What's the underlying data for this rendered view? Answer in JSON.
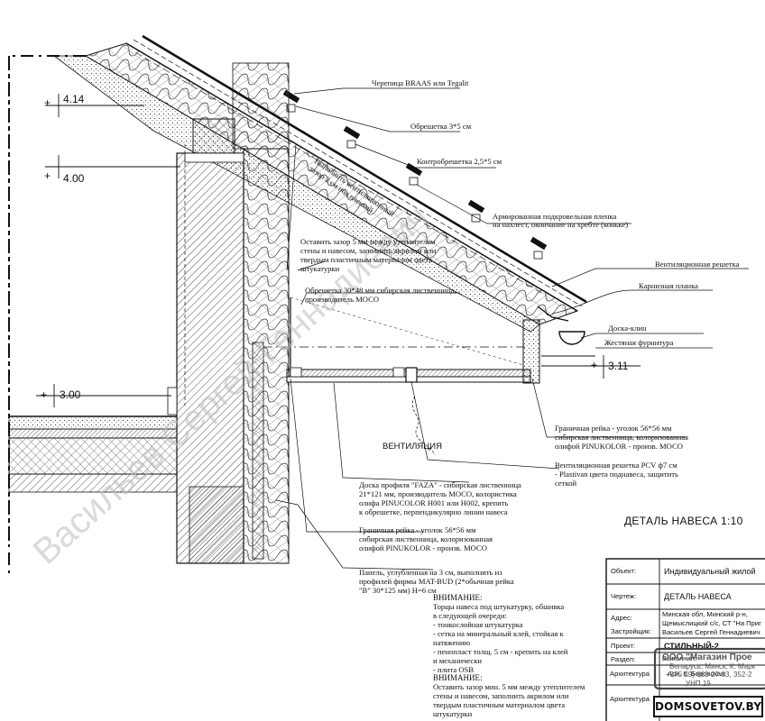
{
  "watermark": "Васильев Сергей Геннадиевич",
  "levels": [
    "4.14",
    "4.00",
    "3.00",
    "3.11"
  ],
  "labels": {
    "tile": "Черепица BRAAS или Tegalit",
    "batten": "Обрешетка 3*5 см",
    "counter_batten": "Контробрешетка 2,5*5 см",
    "membrane": [
      "Армированная подкровельная пленка",
      "на нахлест, окончание на хребте (коньке)"
    ],
    "vent_gap": [
      "Выполнить вентиляционный",
      "зазор 2 см под пленкой"
    ],
    "vent_grille": "Вентиляционная решетка",
    "eaves_strip": "Карнизная планка",
    "board_clin": "Доска-клин",
    "tin_fittings": "Жестяная фурнитура",
    "gap_note": [
      "Оставить зазор 5 мм между утеплителем",
      "стены и навесом, заполнить акрилом или",
      "твердым пластичным материалом цвета",
      "штукатурки"
    ],
    "batten_larch": [
      "Обрешетка 30*48 мм сибирская лиственница,",
      "производитель МОСО"
    ],
    "edge_strip_right": [
      "Граничная рейка - уголок 56*56 мм",
      "сибирская лиственница, колоризованная",
      "олифой PINUKOLOR - произв. МОСО"
    ],
    "ventilation": "ВЕНТИЛЯЦИЯ",
    "pvc_grille": [
      "Вентиляционная решетка PCV ф7 см",
      "- Plastivan цвета поднавеса, защитить",
      "сеткой"
    ],
    "faza_board": [
      "Доска профиля \"FAZA\" - сибирская лиственница",
      "21*121 мм, производитель МОСО, колористика",
      "олифа PINUCOLOR H001 или H002, крепить",
      "к обрешетке, перпендикулярно линии навеса"
    ],
    "edge_strip_left": [
      "Граничная рейка - уголок 56*56 мм",
      "сибирская лиственница, колоризованная",
      "олифой PINUKOLOR - произв. МОСО"
    ],
    "panel": [
      "Панель, углубленная на 3 см, выполнить из",
      "профилей фирмы MAT-BUD (2*обычная рейка",
      "\"B\" 30*125 мм) H=6 см"
    ],
    "attention1_title": "ВНИМАНИЕ:",
    "attention1": [
      "Торцы навеса под штукатурку, обшивка",
      "в следующей очереди:",
      "- тонкослойная штукатурка",
      "- сетка на минеральный клей, стойкая к",
      "натяжению",
      "- пенопласт толщ. 5 см - крепить на клей",
      "и механически",
      "- плита OSB"
    ],
    "attention2_title": "ВНИМАНИЕ:",
    "attention2": [
      "Оставить зазор мин. 5 мм между утеплителем",
      "стены и навесом, заполнить акрилом или",
      "твердым пластичным материалом цвета",
      "штукатурки"
    ]
  },
  "detail_title": "ДЕТАЛЬ НАВЕСА 1:10",
  "title_block": {
    "rows": [
      {
        "key": "Объект:",
        "value": "Индивидуальный жилой"
      },
      {
        "key": "Чертеж:",
        "value": "ДЕТАЛЬ НАВЕСА"
      },
      {
        "key": "Адрес:",
        "value": "Минская обл, Минский р-н,"
      },
      {
        "key": "",
        "value": "Щемыслицкий с/с, СТ \"На Приг"
      },
      {
        "key": "Застройщик:",
        "value": "Васильев Сергей Геннадиевич"
      },
      {
        "key": "Проект:",
        "value": "СТИЛЬНЫЙ-2"
      },
      {
        "key": "Раздел:",
        "value": "Выполнил:"
      },
      {
        "key": "Архитектура",
        "value": "Арх. К. Боровская"
      },
      {
        "key": "Архитектура",
        "value": ""
      }
    ],
    "stamp": [
      "ООО \"Магазин Прое",
      "Беларусь, Минск, К. Марк",
      "+375 29) 663-27-03, 352-2",
      "УНП 19"
    ]
  },
  "badge": "DOMSOVETOV.BY"
}
